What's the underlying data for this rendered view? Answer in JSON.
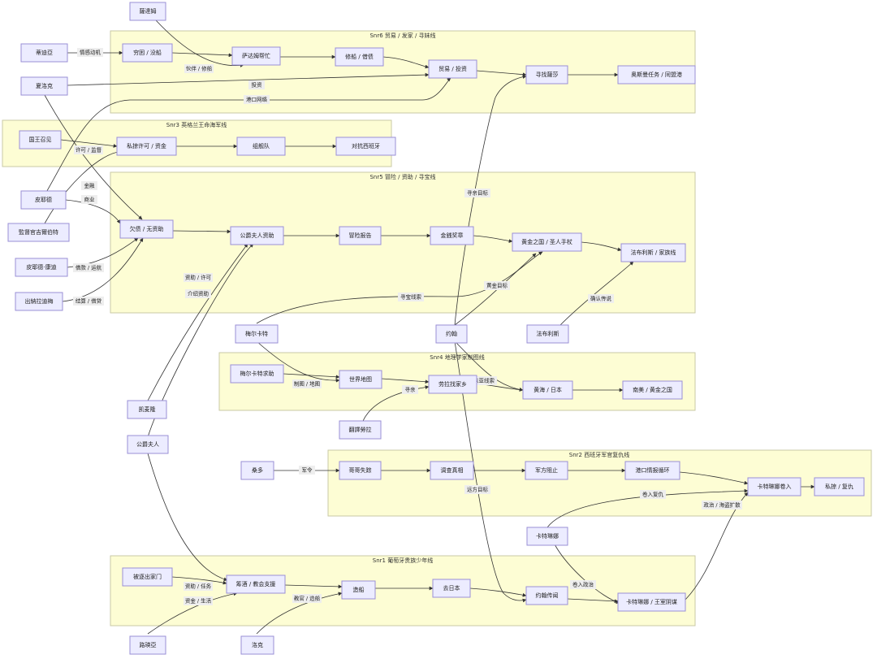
{
  "clusters": {
    "snr6": "Snr6 贸易 / 发家 / 寻妹线",
    "snr3": "Snr3 英格兰王命海军线",
    "snr5": "Snr5 冒险 / 资助 / 寻宝线",
    "snr4": "Snr4 地理学家制图线",
    "snr2": "Snr2 西班牙军官复仇线",
    "snr1": "Snr1 葡萄牙贵族少年线"
  },
  "nodes": {
    "sadim": "薩達姆",
    "hedia": "蒂迪亞",
    "qiongkun": "穷困 / 没船",
    "sadimbang": "萨达姆帮忙",
    "xiuchuan": "修船 / 借债",
    "maoyi": "贸易 / 投资",
    "xunzhao": "寻找薩莎",
    "aosiman": "奥斯曼任务 / 同盟港",
    "xialuoke": "夏洛克",
    "guowang": "国王召见",
    "sinnue": "私掠许可 / 资金",
    "zujian": "组舰队",
    "duikang": "对抗西班牙",
    "piyede": "皮耶德",
    "jiandu": "監督官吉爾伯特",
    "pieli": "皮耶德·康迪",
    "chuna": "出納拉迪梅",
    "qianzhai": "欠债 / 无资助",
    "gongjue": "公爵夫人资助",
    "maoxian": "冒险报告",
    "jinbi": "金銭奖章",
    "huangjin": "黄金之国 / 圣人手杖",
    "fabu": "法布利斯 / 家族线",
    "meierka": "梅尔卡特",
    "yuehan": "约翰",
    "fabulisi": "法布利斯",
    "meierqiu": "梅尔卡特求助",
    "shijie": "世界地图",
    "laola": "劳拉找家乡",
    "huanghai": "黄海 / 日本",
    "nanmei": "南美 / 黄金之国",
    "fanyi": "翻譯勞拉",
    "kaimei": "凯麦隆",
    "gongfu": "公爵夫人",
    "sangduo": "桑多",
    "gege": "哥哥失踪",
    "diaocha": "调查真相",
    "junfang": "军方阻止",
    "gangkou": "港口情报循环",
    "katelin": "卡特琳娜卷入",
    "silue": "私掠 / 复仇",
    "katelina": "卡特琳娜",
    "beizhu": "被逐出家门",
    "choujiu": "筹酒 / 教会支援",
    "zaochuan": "造船",
    "qurib": "去日本",
    "yuehanch": "约翰传闻",
    "katewang": "卡特琳娜 / 王室阴谋",
    "lubiya": "路瑛亞",
    "luoke": "洛克"
  },
  "edges": {
    "qinggan": "情感动机",
    "huoban": "伙伴 / 修船",
    "touzi": "投资",
    "gangkouwang": "港口网络",
    "xuke": "许可 / 监督",
    "jinrong": "金融",
    "shangye": "商业",
    "jiekuan": "借款 / 运航",
    "jiesuan": "结算 / 借贷",
    "zizhu": "资助 / 许可",
    "jieshao": "介绍资助",
    "xunbao": "寻宝线索",
    "huangjinmb": "黄金目标",
    "queren": "确认传说",
    "xunmei": "寻亲目标",
    "zhitu": "制图 / 地图",
    "xunqin": "寻亲",
    "dongfang": "东亚线索",
    "junling": "军令",
    "yuanfang": "远方目标",
    "juanfu": "卷入复仇",
    "zhengzhi": "政治 / 海盗扩散",
    "juanzheng": "卷入政治",
    "zizhurw": "资助 / 任务",
    "zijin": "资金 / 生活",
    "jiaoguan": "教官 / 造船"
  }
}
